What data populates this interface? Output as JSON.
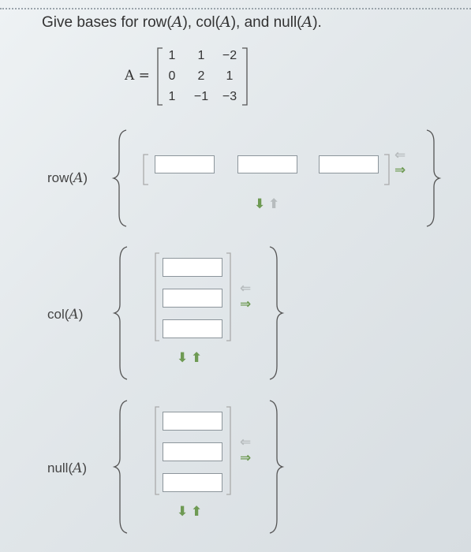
{
  "question": {
    "prefix": "Give bases for ",
    "row": "row(",
    "col": "col(",
    "null": "null(",
    "var": "A",
    "close": ")",
    "sep1": ", ",
    "sep2": ", and ",
    "end": ")."
  },
  "matrix": {
    "label": "A =",
    "rows": [
      [
        "1",
        "1",
        "−2"
      ],
      [
        "0",
        "2",
        "1"
      ],
      [
        "1",
        "−1",
        "−3"
      ]
    ]
  },
  "sections": {
    "row": {
      "label_prefix": "row(",
      "label_var": "A",
      "label_suffix": ")"
    },
    "col": {
      "label_prefix": "col(",
      "label_var": "A",
      "label_suffix": ")"
    },
    "null": {
      "label_prefix": "null(",
      "label_var": "A",
      "label_suffix": ")"
    }
  },
  "icons": {
    "arrow_left": "⇐",
    "arrow_right": "⇒",
    "arrow_down": "⬇",
    "arrow_up": "⬆"
  },
  "colors": {
    "green": "#6e9a53",
    "gray": "#b7bcbe",
    "box_border": "#8c959b"
  }
}
